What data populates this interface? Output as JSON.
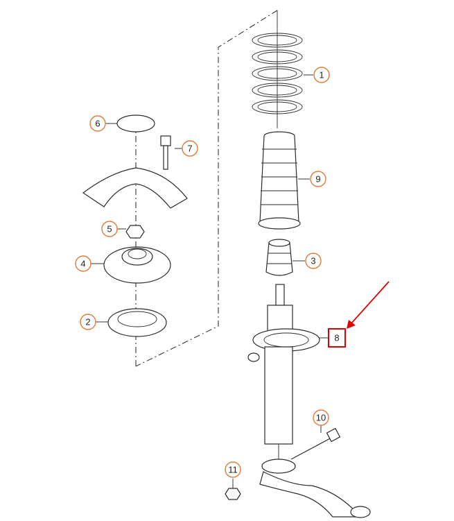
{
  "callouts": {
    "c1": "1",
    "c2": "2",
    "c3": "3",
    "c4": "4",
    "c5": "5",
    "c6": "6",
    "c7": "7",
    "c8": "8",
    "c9": "9",
    "c10": "10",
    "c11": "11"
  },
  "colors": {
    "callout_ring": "#e07b39",
    "highlight": "#e00000",
    "line_art": "#2a2a2a"
  }
}
